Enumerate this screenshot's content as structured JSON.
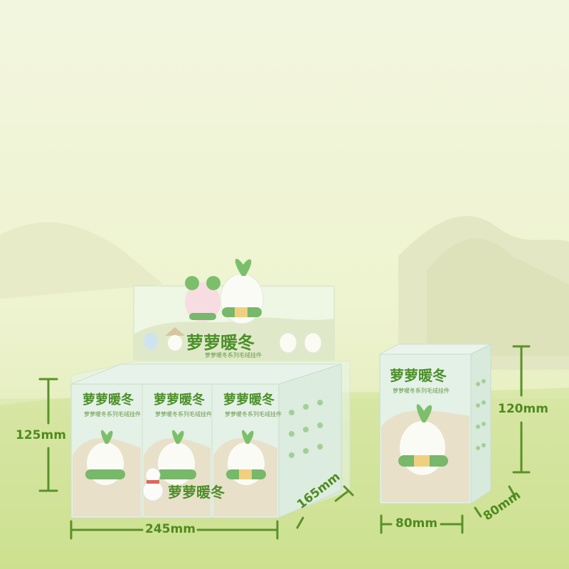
{
  "product": {
    "title": "萝萝暖冬",
    "subtitle": "萝萝暖冬系列毛绒挂件",
    "display_subtitle": "萝萝暖冬系列毛绒挂件"
  },
  "dimensions": {
    "display_height": "125mm",
    "display_width": "245mm",
    "display_depth": "165mm",
    "box_height": "120mm",
    "box_width": "80mm",
    "box_depth": "80mm"
  },
  "colors": {
    "accent_green": "#4f8a1e",
    "box_mint": "#e3f1e7",
    "leaf_green": "#7cbf6a",
    "scarf_green": "#77b86a"
  }
}
